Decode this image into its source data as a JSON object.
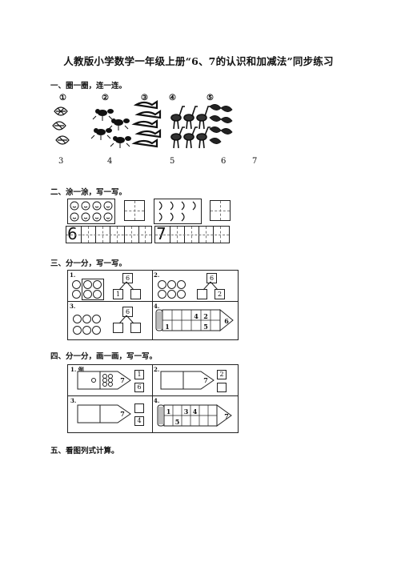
{
  "title": "人教版小学数学一年级上册“6、7的认识和加减法”同步练习",
  "sections": {
    "s1": "一、圈一圈，连一连。",
    "s2": "二、涂一涂，写一写。",
    "s3": "三、分一分，写一写。",
    "s4": "四、分一分，画一画，写一写。",
    "s5": "五、看图列式计算。"
  },
  "s1_markers": [
    "①",
    "②",
    "③",
    "④",
    "⑤"
  ],
  "s1_numbers": [
    "3",
    "4",
    "5",
    "6",
    "7"
  ],
  "s2_digits": [
    "6",
    "7"
  ],
  "s3": {
    "labels": [
      "1.",
      "2.",
      "3.",
      "4."
    ],
    "top": [
      "6",
      "6",
      "6",
      ""
    ],
    "left": [
      "1",
      "",
      "",
      ""
    ],
    "right": [
      "",
      "2",
      "",
      ""
    ],
    "pencil": [
      "4",
      "2",
      "1",
      "5",
      "6"
    ]
  },
  "s4": {
    "labels": [
      "1. 例",
      "2.",
      "3.",
      "4."
    ],
    "arrow_total": [
      "7",
      "7",
      "7"
    ],
    "p1": [
      "1",
      "6"
    ],
    "p2": [
      "2"
    ],
    "p3": [
      "4"
    ],
    "pencil": [
      "1",
      "3",
      "4",
      "5",
      "7"
    ]
  },
  "icons": [
    "shell-icon",
    "ant-icon",
    "fish-icon",
    "ostrich-icon",
    "leaf-icon",
    "smiley-icon",
    "moon-icon"
  ]
}
